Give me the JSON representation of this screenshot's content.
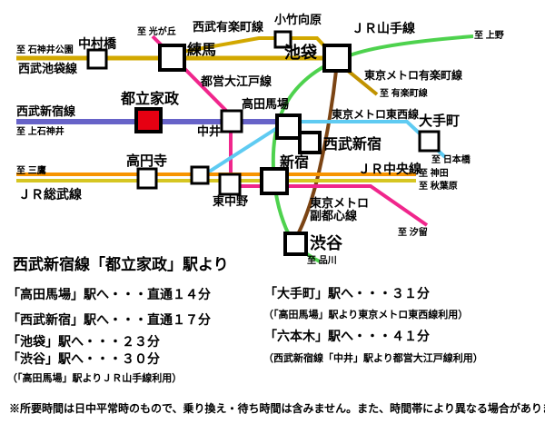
{
  "colors": {
    "seibu_gold": "#D2A800",
    "metro_yurakucho_gold": "#C09200",
    "oedo_pink": "#F0268C",
    "seibu_shinjuku_blue": "#6763C8",
    "tozai_cyan": "#5FCBF2",
    "yamanote_green": "#4ED24E",
    "chuo_orange": "#F79400",
    "sobu_yellow": "#D6C622",
    "fukutoshin_brown": "#7B4414",
    "highlight_station_red": "#E60012",
    "marker_border": "#000000"
  },
  "map": {
    "stations": {
      "nakamurabashi": "中村橋",
      "nerima": "練馬",
      "kotake_mukaihara": "小竹向原",
      "ikebukuro": "池袋",
      "toritsu_kasei": "都立家政",
      "nakai": "中井",
      "takadanobaba": "高田馬場",
      "seibu_shinjuku": "西武新宿",
      "otemachi": "大手町",
      "koenji": "高円寺",
      "higashi_nakano": "東中野",
      "shinjuku": "新宿",
      "shibuya": "渋谷"
    },
    "lines": {
      "seibu_ikebukuro": "西武池袋線",
      "seibu_yurakucho": "西武有楽町線",
      "toei_oedo": "都営大江戸線",
      "metro_yurakucho": "東京メトロ有楽町線",
      "jr_yamanote": "ＪＲ山手線",
      "seibu_shinjuku": "西武新宿線",
      "metro_tozai": "東京メトロ東西線",
      "jr_chuo": "ＪＲ中央線",
      "jr_sobu": "ＪＲ総武線",
      "metro_fukutoshin_line1": "東京メトロ",
      "metro_fukutoshin_line2": "副都心線"
    },
    "destinations": {
      "shakujii_koen": "至 石神井公園",
      "hikarigaoka": "至 光が丘",
      "ueno": "至 上野",
      "yurakucho": "至 有楽町線",
      "kami_shakujii": "至 上石神井",
      "nihombashi": "至 日本橋",
      "kanda": "至 神田",
      "akihabara": "至 秋葉原",
      "mitaka": "至 三鷹",
      "shiodome": "至 汐留",
      "shinagawa": "至 品川"
    }
  },
  "info": {
    "title": "西武新宿線「都立家政」駅より",
    "left_rows": [
      "「高田馬場」駅へ・・・直通１４分",
      "「西武新宿」駅へ・・・直通１７分",
      "「池袋」駅へ・・・２３分",
      "「渋谷」駅へ・・・３０分",
      "（「高田馬場」駅よりＪＲ山手線利用）"
    ],
    "right_rows": [
      "「大手町」駅へ・・・３１分",
      "（「高田馬場」駅より東京メトロ東西線利用）",
      "「六本木」駅へ・・・４１分",
      "（西武新宿線「中井」駅より都営大江戸線利用）"
    ],
    "footnote": "※所要時間は日中平常時のもので、乗り換え・待ち時間は含みません。また、時間帯により異なる場合があります。"
  }
}
